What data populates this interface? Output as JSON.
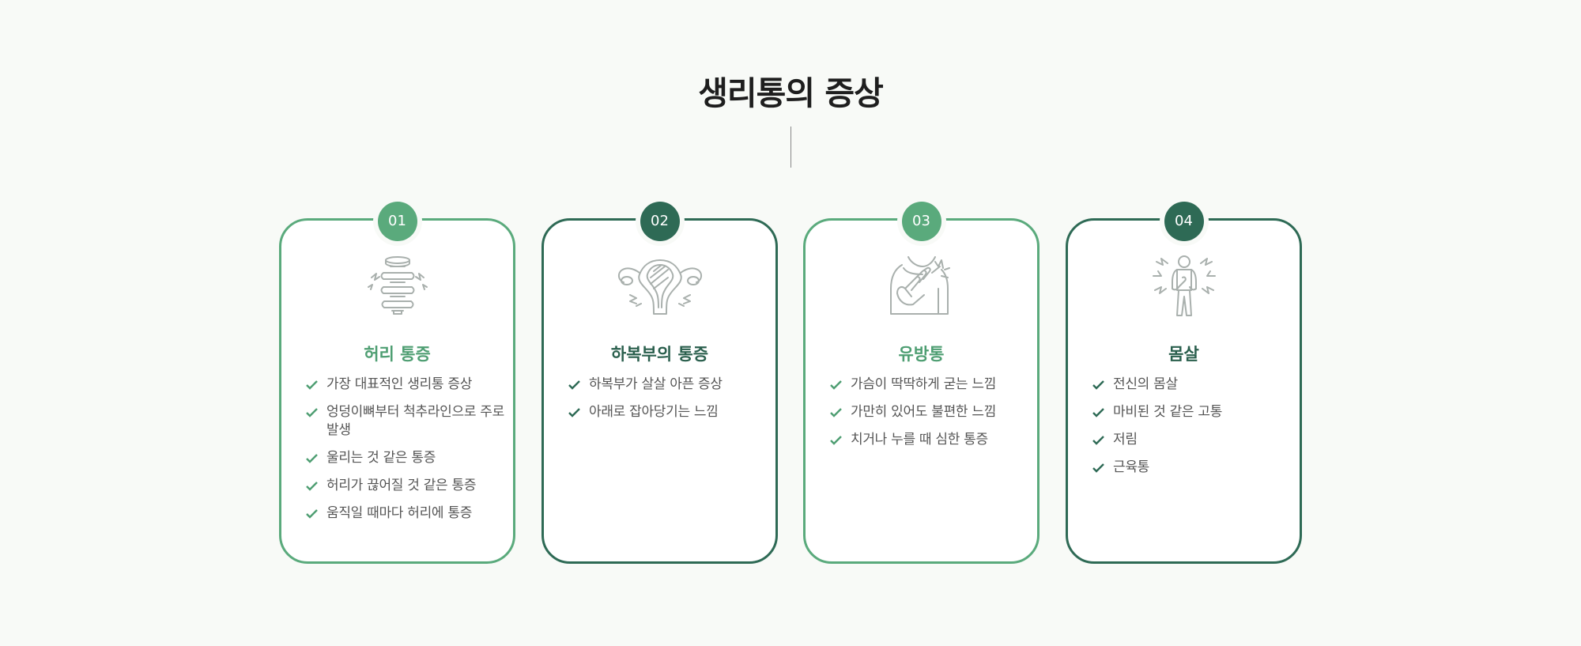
{
  "page": {
    "title": "생리통의 증상"
  },
  "colors": {
    "light_green": "#5aaa7c",
    "dark_green": "#2e6a55",
    "icon_gray": "#a9b0ad",
    "background": "#f8faf7"
  },
  "cards": [
    {
      "number": "01",
      "icon": "spine-pain-icon",
      "title": "허리 통증",
      "items": [
        "가장 대표적인 생리통 증상",
        "엉덩이뼈부터 척추라인으로 주로 발생",
        "울리는 것 같은 통증",
        "허리가 끊어질 것 같은 통증",
        "움직일 때마다 허리에 통증"
      ]
    },
    {
      "number": "02",
      "icon": "uterus-pain-icon",
      "title": "하복부의 통증",
      "items": [
        "하복부가 살살 아픈 증상",
        "아래로 잡아당기는 느낌"
      ]
    },
    {
      "number": "03",
      "icon": "breast-pain-icon",
      "title": "유방통",
      "items": [
        "가슴이 딱딱하게 굳는 느낌",
        "가만히 있어도 불편한 느낌",
        "치거나 누를 때 심한 통증"
      ]
    },
    {
      "number": "04",
      "icon": "body-ache-icon",
      "title": "몸살",
      "items": [
        "전신의 몸살",
        "마비된 것 같은 고통",
        "저림",
        "근육통"
      ]
    }
  ]
}
